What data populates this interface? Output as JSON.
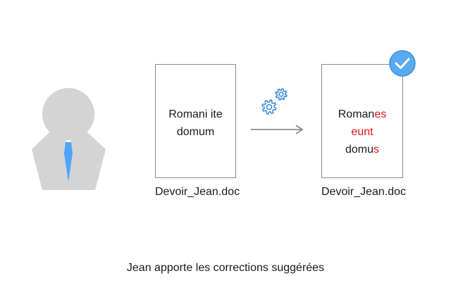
{
  "person": {
    "icon": "user-avatar-icon",
    "body_color": "#d4d4d4",
    "tie_color": "#4da3ff"
  },
  "original_doc": {
    "lines": [
      "Romani ite",
      "domum"
    ],
    "filename": "Devoir_Jean.doc"
  },
  "process": {
    "icon": "gears-icon",
    "arrow_icon": "arrow-right-icon",
    "gear_color": "#3d8fe0",
    "arrow_color": "#8a8a8a"
  },
  "corrected_doc": {
    "lines": [
      [
        {
          "text": "Roman",
          "corrected": false
        },
        {
          "text": "es",
          "corrected": true
        }
      ],
      [
        {
          "text": "eunt",
          "corrected": true
        }
      ],
      [
        {
          "text": "domu",
          "corrected": false
        },
        {
          "text": "s",
          "corrected": true
        }
      ]
    ],
    "filename": "Devoir_Jean.doc",
    "badge_icon": "checkmark-badge-icon",
    "badge_color": "#5aaaf0",
    "correction_color": "#e8101a"
  },
  "caption": "Jean apporte les corrections suggérées"
}
